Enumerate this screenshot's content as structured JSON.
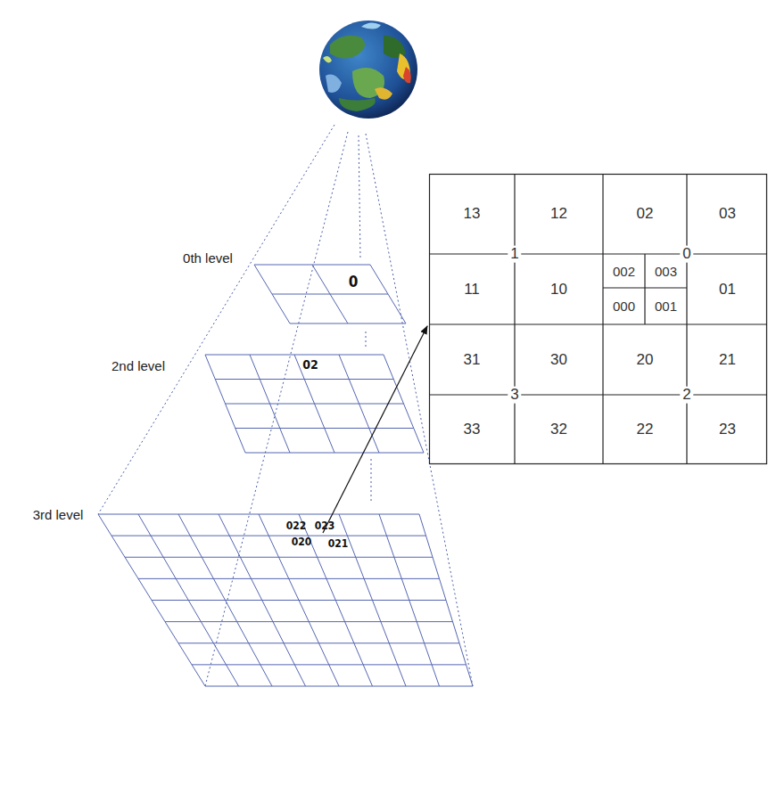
{
  "diagram": {
    "nodes": [
      {
        "text": [
          "13"
        ]
      },
      {
        "text": [
          "12"
        ]
      },
      {
        "text": [
          "02"
        ]
      },
      {
        "text": [
          "03"
        ]
      },
      {
        "text": [
          "11"
        ]
      },
      {
        "text": [
          "10"
        ]
      },
      {
        "text": [
          "002"
        ]
      },
      {
        "text": [
          "003"
        ]
      },
      {
        "text": [
          "000"
        ]
      },
      {
        "text": [
          "001"
        ]
      },
      {
        "text": [
          "01"
        ]
      },
      {
        "text": [
          "31"
        ]
      },
      {
        "text": [
          "30"
        ]
      },
      {
        "text": [
          "20"
        ]
      },
      {
        "text": [
          "21"
        ]
      },
      {
        "text": [
          "33"
        ]
      },
      {
        "text": [
          "32"
        ]
      },
      {
        "text": [
          "22"
        ]
      },
      {
        "text": [
          "23"
        ]
      }
    ],
    "labels": [
      "0th level",
      "0",
      "2nd level",
      "02",
      "3rd level",
      "022",
      "023",
      "020",
      "021",
      "1",
      "0",
      "3",
      "2"
    ]
  }
}
